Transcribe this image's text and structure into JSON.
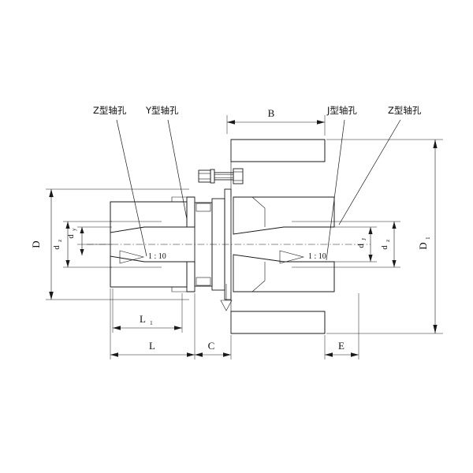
{
  "drawing": {
    "title": "Flexible Coupling Cross-Section Assembly Drawing",
    "background_color": "#ffffff",
    "line_color": "#1a1a1a"
  },
  "callouts": {
    "top_left_1": "Z型轴孔",
    "top_left_2": "Y型轴孔",
    "top_right_1": "J型轴孔",
    "top_right_2": "Z型轴孔"
  },
  "dimensions": {
    "outer_diameter_left": "D",
    "bore_z_left": "d",
    "bore_z_left_sub": "z",
    "bore_y_left": "d",
    "bore_y_left_sub": "y",
    "bore_j_right": "d",
    "bore_j_right_sub": "J",
    "bore_z_right": "d",
    "bore_z_right_sub": "z",
    "outer_diameter_right": "D",
    "outer_diameter_right_sub": "1",
    "flange_width": "B",
    "hub_length_inner": "L",
    "hub_length_inner_sub": "1",
    "hub_length": "L",
    "gap": "C",
    "right_offset": "E"
  },
  "taper_notes": {
    "left": "1 : 10",
    "right": "1 : 10"
  }
}
